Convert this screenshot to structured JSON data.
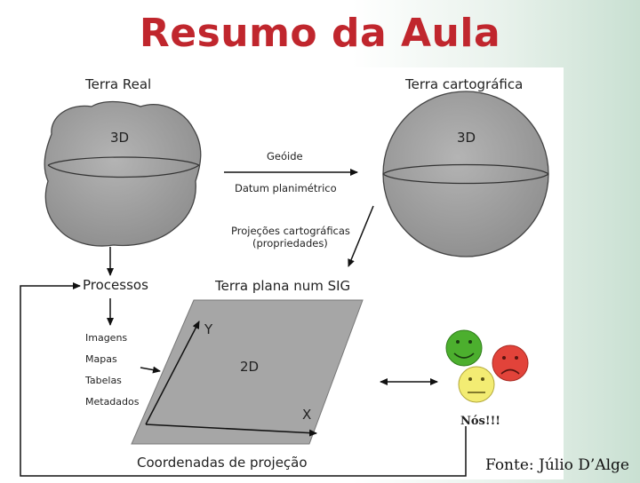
{
  "slide": {
    "title": "Resumo da Aula",
    "caption": "Fonte: Júlio D’Alge"
  },
  "diagram": {
    "terra_real": {
      "title": "Terra Real",
      "dim": "3D"
    },
    "terra_cartografica": {
      "title": "Terra cartográfica",
      "dim": "3D"
    },
    "geoide": "Geóide",
    "datum": "Datum planimétrico",
    "projecoes_line1": "Projeções cartográficas",
    "projecoes_line2": "(propriedades)",
    "processos": "Processos",
    "terra_plana": "Terra plana num SIG",
    "inputs": [
      "Imagens",
      "Mapas",
      "Tabelas",
      "Metadados"
    ],
    "plane": {
      "y_axis": "Y",
      "x_axis": "X",
      "dim": "2D"
    },
    "coordenadas": "Coordenadas de projeção",
    "nos": "Nós!!!",
    "colors": {
      "title_red": "#c0262d",
      "sphere_gray": "#9a9a9a",
      "plane_gray": "#a6a6a6",
      "face_green": "#4caf2e",
      "face_red": "#e2433a",
      "face_yellow": "#f3ec73"
    }
  }
}
